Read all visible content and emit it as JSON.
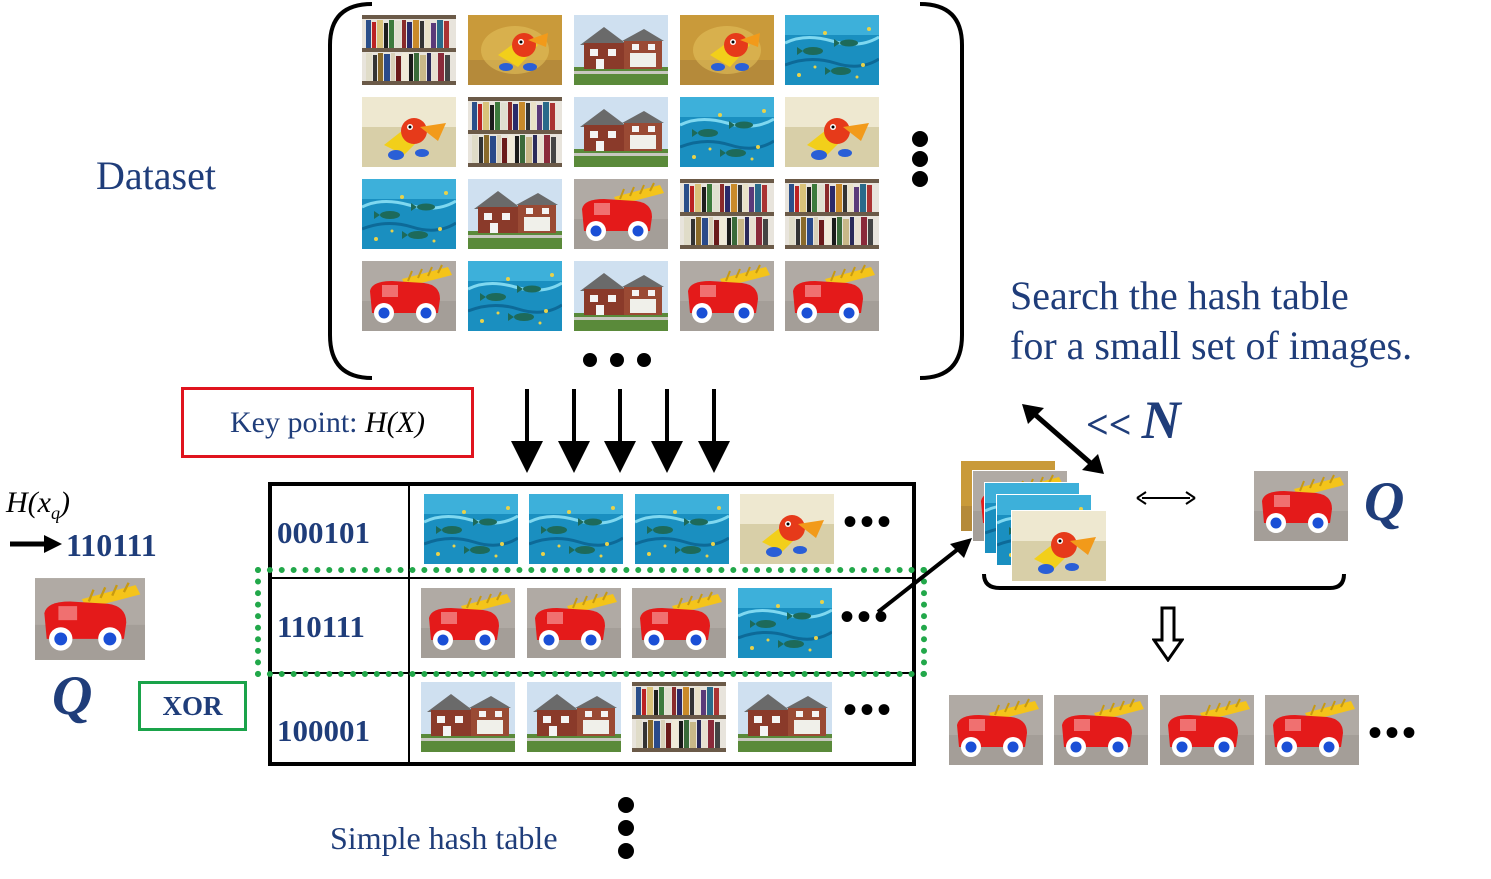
{
  "dataset": {
    "label": "Dataset"
  },
  "key_point": {
    "label_prefix": "Key point: ",
    "math": "H(X)"
  },
  "query": {
    "hash_fn": "H(x",
    "hash_sub": "q",
    "hash_close": ")",
    "code": "110111",
    "label": "Q"
  },
  "xor": {
    "label": "XOR"
  },
  "hash_table": {
    "rows": [
      {
        "code": "000101"
      },
      {
        "code": "110111"
      },
      {
        "code": "100001"
      }
    ],
    "caption": "Simple hash table"
  },
  "search": {
    "line1": "Search the hash table",
    "line2": "for a small set of images.",
    "ll": "<< ",
    "n": "N"
  },
  "result": {
    "query_label": "Q"
  },
  "colors": {
    "navy": "#1f3d7a",
    "red_box": "#e0141e",
    "green_box": "#1aa34a",
    "green_dotted": "#22a84a"
  }
}
